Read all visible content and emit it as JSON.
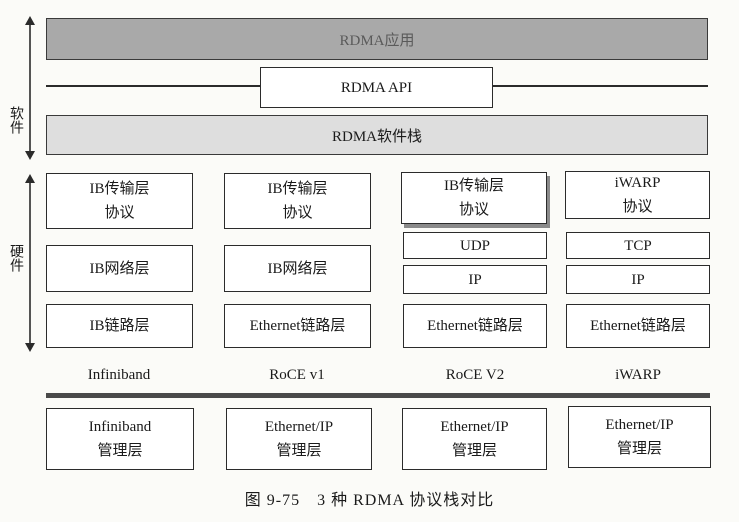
{
  "side_labels": {
    "software": "软件",
    "hardware": "硬件"
  },
  "top": {
    "app": "RDMA应用",
    "api": "RDMA API",
    "stack": "RDMA软件栈"
  },
  "columns": [
    {
      "transport": [
        "IB传输层",
        "协议"
      ],
      "network": "IB网络层",
      "link": "IB链路层",
      "name": "Infiniband",
      "mgmt": [
        "Infiniband",
        "管理层"
      ]
    },
    {
      "transport": [
        "IB传输层",
        "协议"
      ],
      "network": "IB网络层",
      "link": "Ethernet链路层",
      "name": "RoCE v1",
      "mgmt": [
        "Ethernet/IP",
        "管理层"
      ]
    },
    {
      "transport": [
        "IB传输层",
        "协议"
      ],
      "network_upper": "UDP",
      "network_lower": "IP",
      "link": "Ethernet链路层",
      "name": "RoCE V2",
      "mgmt": [
        "Ethernet/IP",
        "管理层"
      ]
    },
    {
      "transport": [
        "iWARP",
        "协议"
      ],
      "network_upper": "TCP",
      "network_lower": "IP",
      "link": "Ethernet链路层",
      "name": "iWARP",
      "mgmt": [
        "Ethernet/IP",
        "管理层"
      ]
    }
  ],
  "caption": "图 9-75　3 种 RDMA 协议栈对比"
}
